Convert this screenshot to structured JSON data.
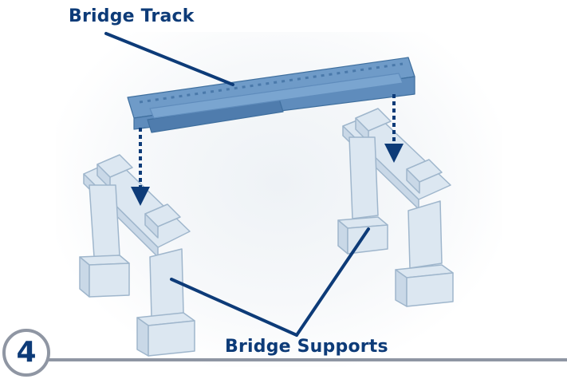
{
  "title_label": "Bridge Track",
  "supports_label": "Bridge Supports",
  "step_number": "4",
  "colors": {
    "label_text": "#0d3b78",
    "track_fill": "#5f8cbc",
    "support_fill": "#dce7f1",
    "support_stroke": "#9fb6cc",
    "step_border": "#8f96a3"
  }
}
